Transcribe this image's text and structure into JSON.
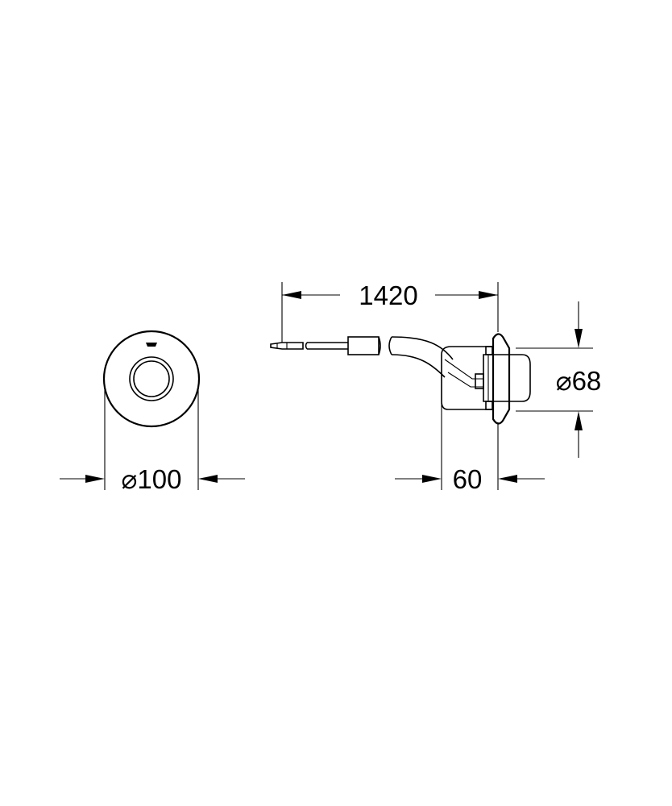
{
  "dimensions": {
    "front_diameter": "⌀100",
    "cable_length": "1420",
    "plate_diameter": "⌀68",
    "depth": "60"
  }
}
